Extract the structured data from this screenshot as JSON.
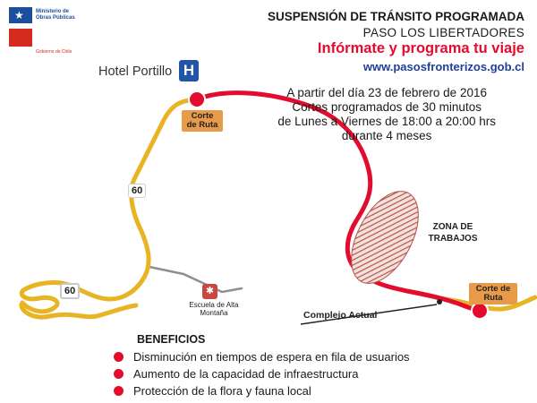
{
  "logo": {
    "ministry": "Ministerio de Obras Públicas",
    "government": "Gobierno de Chile",
    "star": "★"
  },
  "header": {
    "line1": "SUSPENSIÓN DE TRÁNSITO PROGRAMADA",
    "line2": "PASO LOS LIBERTADORES",
    "line3": "Infórmate y programa tu viaje",
    "url": "www.pasosfronterizos.gob.cl"
  },
  "schedule": {
    "line1": "A partir del día 23 de febrero de 2016",
    "line2": "Cortes programados de 30 minutos",
    "line3": "de Lunes a Viernes de 18:00 a 20:00 hrs",
    "line4": "durante 4 meses"
  },
  "map": {
    "hotel_label": "Hotel Portillo",
    "hotel_icon_letter": "H",
    "road_closure_1": "Corte de Ruta",
    "road_closure_2": "Corte de Ruta",
    "work_zone": "ZONA DE TRABAJOS",
    "route_number_upper": "60",
    "route_number_lower": "60",
    "school_label": "Escuela de Alta Montaña",
    "school_icon": "✱",
    "border_complex_label": "Complejo Actual",
    "colors": {
      "route_yellow": "#e8b423",
      "route_red": "#e30b2e",
      "work_zone_hatch": "#b5534a",
      "closure_marker": "#e30b2e",
      "closure_label_bg": "#e79b48"
    }
  },
  "benefits": {
    "title": "BENEFICIOS",
    "items": [
      "Disminución en tiempos de espera en fila de usuarios",
      "Aumento de la capacidad de infraestructura",
      "Protección de la flora y fauna local"
    ]
  }
}
